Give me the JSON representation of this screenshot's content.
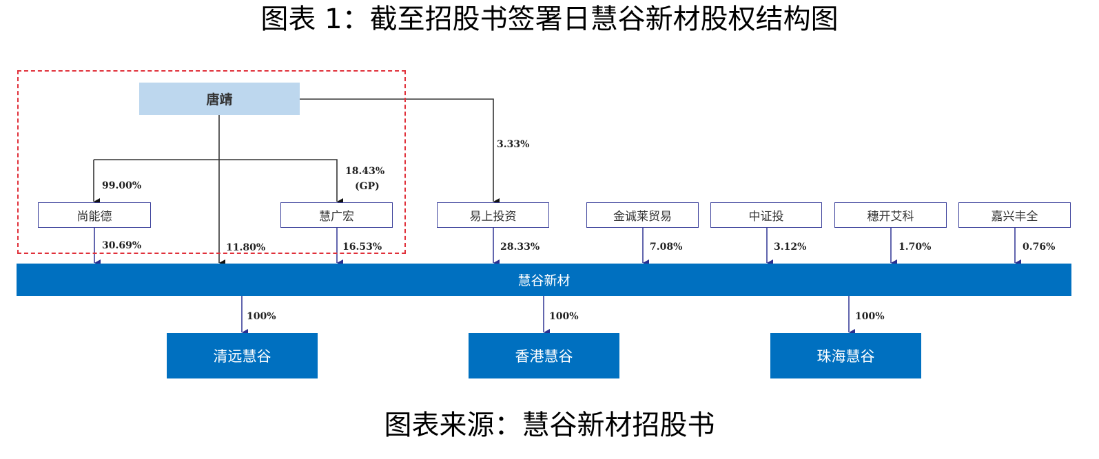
{
  "title": "图表 1：截至招股书签署日慧谷新材股权结构图",
  "source": "图表来源：慧谷新材招股书",
  "colors": {
    "company_blue": "#0070C0",
    "person_blue": "#BDD7EE",
    "dashed_border": "#E0303A",
    "holder_border": "#3A3F9A"
  },
  "controller": {
    "name": "唐靖"
  },
  "controller_links": {
    "to_shangnengde": "99.00%",
    "to_huiguanghong": "18.43%",
    "to_huiguanghong_note": "(GP)",
    "to_yishang": "3.33%",
    "direct_to_company": "11.80%"
  },
  "company": {
    "name": "慧谷新材"
  },
  "shareholders": [
    {
      "name": "尚能德",
      "stake": "30.69%"
    },
    {
      "name": "慧广宏",
      "stake": "16.53%"
    },
    {
      "name": "易上投资",
      "stake": "28.33%"
    },
    {
      "name": "金诚莱贸易",
      "stake": "7.08%"
    },
    {
      "name": "中证投",
      "stake": "3.12%"
    },
    {
      "name": "穗开艾科",
      "stake": "1.70%"
    },
    {
      "name": "嘉兴丰全",
      "stake": "0.76%"
    }
  ],
  "subsidiaries": [
    {
      "name": "清远慧谷",
      "stake": "100%"
    },
    {
      "name": "香港慧谷",
      "stake": "100%"
    },
    {
      "name": "珠海慧谷",
      "stake": "100%"
    }
  ]
}
